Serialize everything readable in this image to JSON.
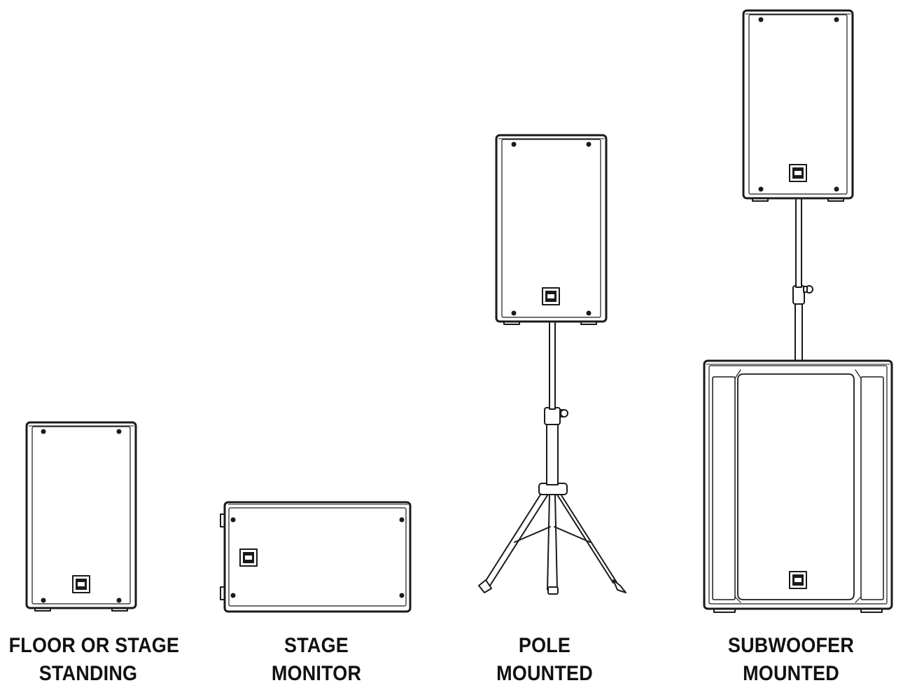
{
  "colors": {
    "line": "#1a1a1a",
    "fill": "#ffffff",
    "text": "#111111"
  },
  "captions": [
    {
      "line1": "FLOOR OR STAGE",
      "line2": "STANDING"
    },
    {
      "line1": "STAGE",
      "line2": "MONITOR"
    },
    {
      "line1": "POLE",
      "line2": "MOUNTED"
    },
    {
      "line1": "SUBWOOFER",
      "line2": "MOUNTED"
    }
  ],
  "icons": {
    "speaker_logo": "speaker-logo-icon",
    "screw": "corner-screw-icon"
  }
}
